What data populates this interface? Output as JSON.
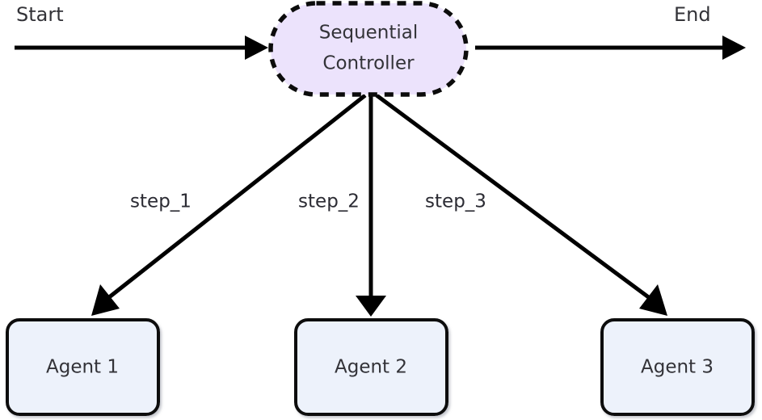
{
  "diagram": {
    "type": "flowchart",
    "orientation": "top-down",
    "background_color": "#ffffff",
    "terminals": {
      "start_label": "Start",
      "end_label": "End"
    },
    "controller": {
      "id": "sequential-controller",
      "line1": "Sequential",
      "line2": "Controller",
      "shape": "stadium",
      "border_style": "dashed",
      "fill_color": "#ece3fc",
      "border_color": "#0c0c0c",
      "text_color": "#333338"
    },
    "agents": [
      {
        "id": "agent-1",
        "label": "Agent 1",
        "edge_label": "step_1",
        "fill_color": "#edf2fb",
        "border_color": "#111111"
      },
      {
        "id": "agent-2",
        "label": "Agent 2",
        "edge_label": "step_2",
        "fill_color": "#edf2fb",
        "border_color": "#111111"
      },
      {
        "id": "agent-3",
        "label": "Agent 3",
        "edge_label": "step_3",
        "fill_color": "#edf2fb",
        "border_color": "#111111"
      }
    ],
    "edges": [
      {
        "from": "start",
        "to": "sequential-controller",
        "label": ""
      },
      {
        "from": "sequential-controller",
        "to": "end",
        "label": ""
      },
      {
        "from": "sequential-controller",
        "to": "agent-1",
        "label": "step_1"
      },
      {
        "from": "sequential-controller",
        "to": "agent-2",
        "label": "step_2"
      },
      {
        "from": "sequential-controller",
        "to": "agent-3",
        "label": "step_3"
      }
    ],
    "colors": {
      "edge": "#000000",
      "text": "#333338"
    }
  }
}
